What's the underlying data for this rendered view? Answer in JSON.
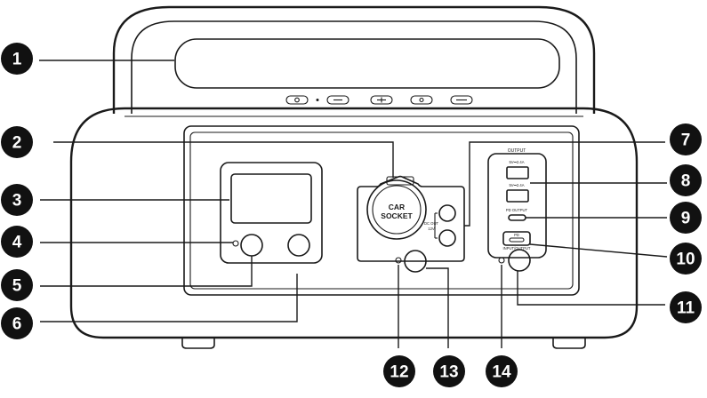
{
  "device": {
    "car_socket_line1": "CAR",
    "car_socket_line2": "SOCKET",
    "dc_out_line1": "DC OUT",
    "dc_out_line2": "12V",
    "output_header": "OUTPUT",
    "usb_a_1_label": "5V⎓2.4A",
    "usb_a_2_label": "5V⎓2.4A",
    "pd_output_label": "PD OUTPUT",
    "pd_port_label": "PD",
    "pd_port_sublabel": "INPUT/OUTPUT"
  },
  "callouts": [
    "1",
    "2",
    "3",
    "4",
    "5",
    "6",
    "7",
    "8",
    "9",
    "10",
    "11",
    "12",
    "13",
    "14"
  ]
}
